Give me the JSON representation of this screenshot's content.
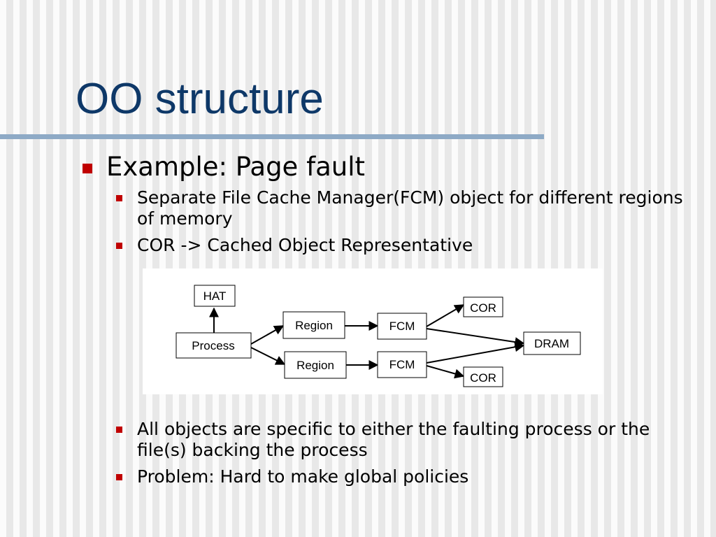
{
  "slide": {
    "title": "OO structure",
    "bullets": [
      {
        "level": 1,
        "text": "Example: Page fault"
      },
      {
        "level": 2,
        "text": "Separate File Cache Manager(FCM) object for different regions of memory"
      },
      {
        "level": 2,
        "text": "COR -> Cached Object Representative"
      },
      {
        "level": 2,
        "text": "All objects are specific to either the faulting process or the file(s) backing the process"
      },
      {
        "level": 2,
        "text": "Problem: Hard to make global policies"
      }
    ],
    "colors": {
      "title": "#0e3868",
      "bullet_marker": "#c00000",
      "rule": "#8eaac6"
    }
  },
  "diagram": {
    "nodes": {
      "hat": "HAT",
      "process": "Process",
      "region_top": "Region",
      "region_bottom": "Region",
      "fcm_top": "FCM",
      "fcm_bottom": "FCM",
      "cor_top": "COR",
      "cor_bottom": "COR",
      "dram": "DRAM"
    },
    "edges": [
      [
        "Process",
        "HAT"
      ],
      [
        "Process",
        "Region"
      ],
      [
        "Process",
        "Region"
      ],
      [
        "Region",
        "FCM"
      ],
      [
        "Region",
        "FCM"
      ],
      [
        "FCM",
        "COR"
      ],
      [
        "FCM",
        "DRAM"
      ],
      [
        "FCM",
        "DRAM"
      ],
      [
        "FCM",
        "COR"
      ]
    ]
  }
}
